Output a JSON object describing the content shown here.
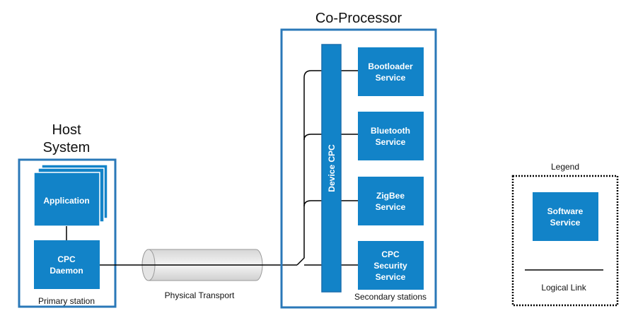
{
  "host": {
    "title_line1": "Host",
    "title_line2": "System",
    "application_label": "Application",
    "daemon_label_line1": "CPC",
    "daemon_label_line2": "Daemon",
    "station_label": "Primary station"
  },
  "transport": {
    "label": "Physical Transport"
  },
  "coprocessor": {
    "title": "Co-Processor",
    "device_label": "Device CPC",
    "station_label": "Secondary stations",
    "services": [
      {
        "line1": "Bootloader",
        "line2": "Service",
        "line3": ""
      },
      {
        "line1": "Bluetooth",
        "line2": "Service",
        "line3": ""
      },
      {
        "line1": "ZigBee",
        "line2": "Service",
        "line3": ""
      },
      {
        "line1": "CPC",
        "line2": "Security",
        "line3": "Service"
      }
    ]
  },
  "legend": {
    "title": "Legend",
    "service_line1": "Software",
    "service_line2": "Service",
    "link_label": "Logical Link"
  },
  "colors": {
    "block_fill": "#1283c8",
    "block_stroke": "#1a6fae",
    "frame": "#2a78b8",
    "line": "#000000"
  }
}
